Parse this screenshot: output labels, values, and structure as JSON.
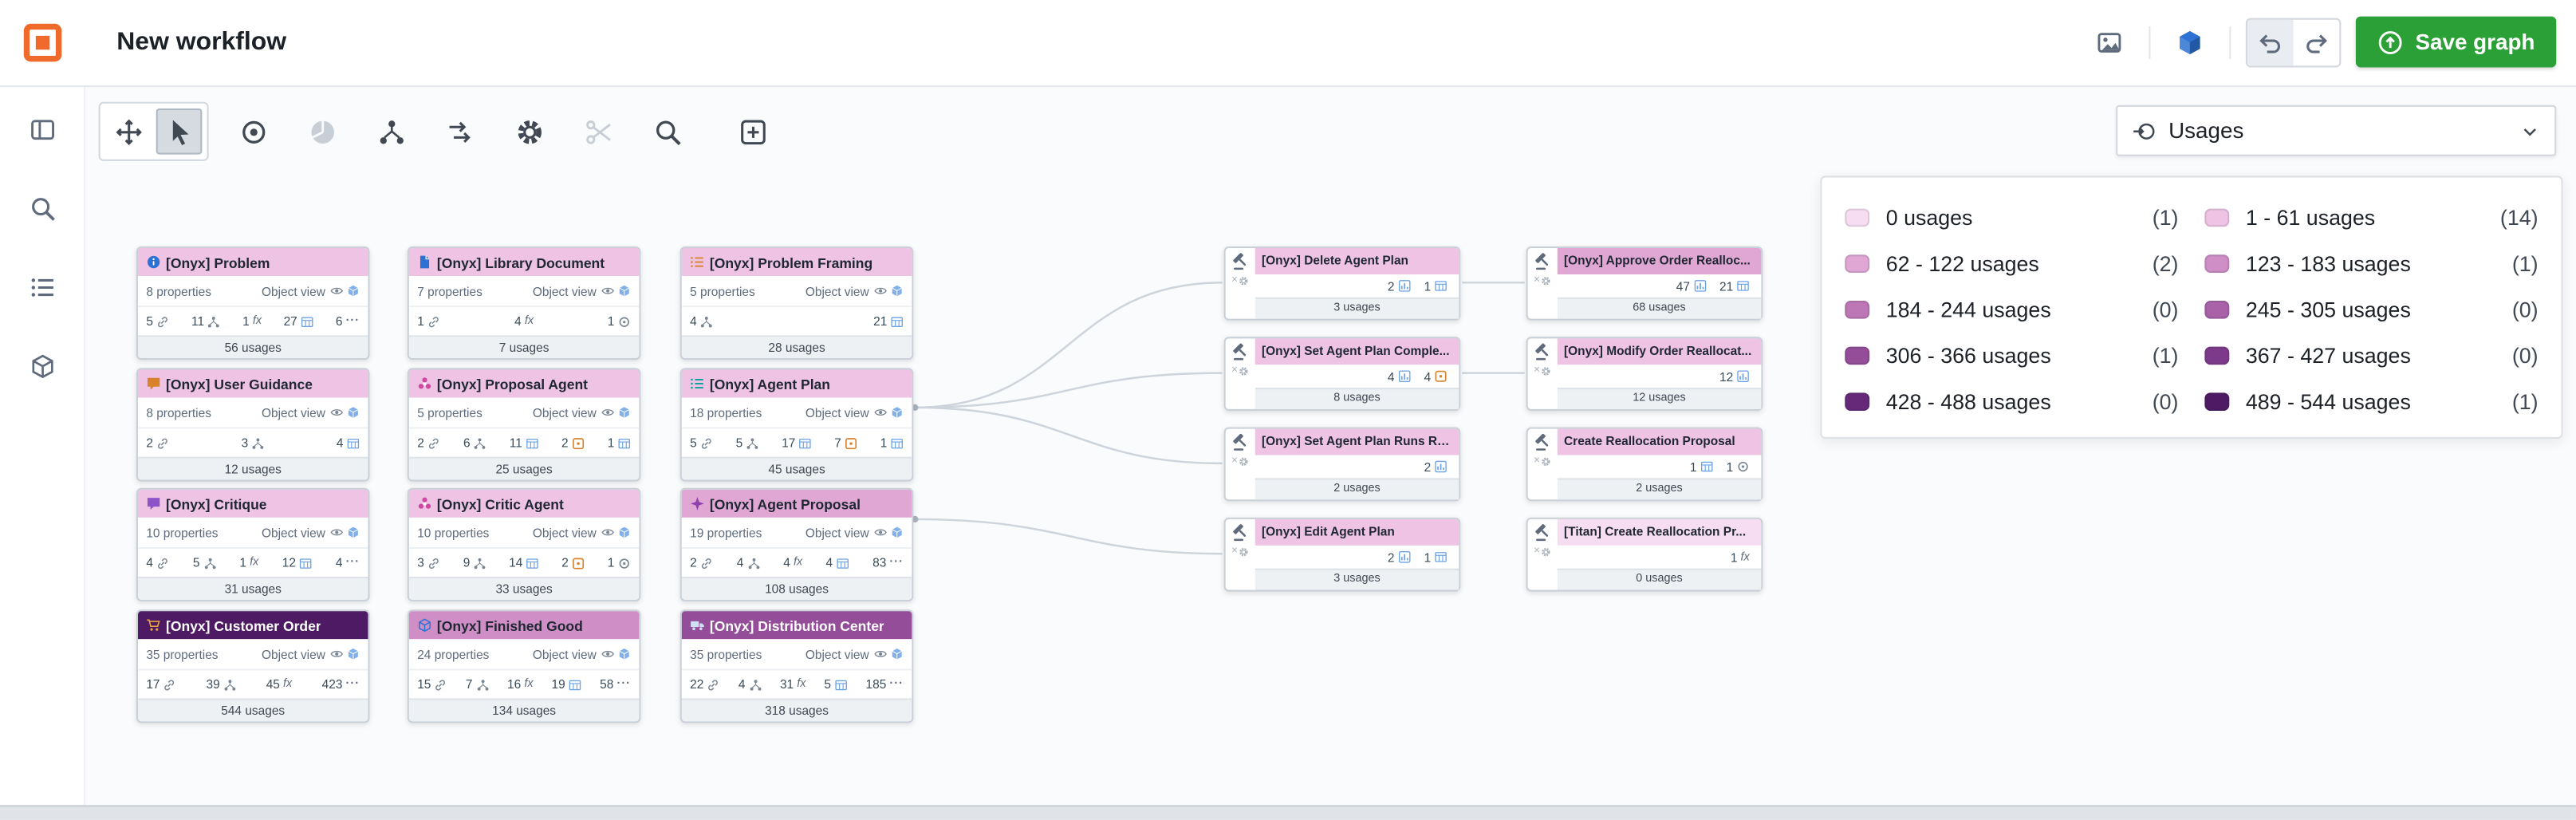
{
  "colors": {
    "accent_green": "#2aa037",
    "brand_orange": "#f06a2b",
    "accent_blue": "#2d72d2"
  },
  "header": {
    "title": "New workflow",
    "save_button": "Save graph",
    "icon_buttons": [
      {
        "name": "insert-image",
        "icon": "image"
      },
      {
        "name": "ontology-cube",
        "icon": "bluecube"
      }
    ],
    "history_buttons": [
      {
        "name": "undo",
        "icon": "undo",
        "pressed": true
      },
      {
        "name": "redo",
        "icon": "redo",
        "pressed": false
      }
    ]
  },
  "rail": {
    "items": [
      {
        "name": "panels",
        "icon": "panel"
      },
      {
        "name": "search",
        "icon": "search"
      },
      {
        "name": "list",
        "icon": "menu"
      },
      {
        "name": "objects",
        "icon": "cube"
      }
    ]
  },
  "toolbar": {
    "group": [
      {
        "name": "move-tool",
        "icon": "move",
        "active": false
      },
      {
        "name": "select-tool",
        "icon": "cursor",
        "active": true
      }
    ],
    "tools": [
      {
        "name": "focus-tool",
        "icon": "target",
        "disabled": false
      },
      {
        "name": "pie-tool",
        "icon": "pie",
        "disabled": true
      },
      {
        "name": "layout-tool",
        "icon": "layout",
        "disabled": false
      },
      {
        "name": "flow-tool",
        "icon": "flow",
        "disabled": false
      },
      {
        "name": "settings-tool",
        "icon": "gear",
        "disabled": false
      },
      {
        "name": "cut-tool",
        "icon": "cut",
        "disabled": true
      },
      {
        "name": "search-tool",
        "icon": "search",
        "disabled": false
      },
      {
        "name": "insert-tool",
        "icon": "insert",
        "disabled": false
      }
    ]
  },
  "usages_select": {
    "label": "Usages"
  },
  "legend": {
    "items": [
      {
        "label": "0 usages",
        "count": "(1)",
        "color": "#f7ddf1"
      },
      {
        "label": "1 - 61 usages",
        "count": "(14)",
        "color": "#eec3e4"
      },
      {
        "label": "62 - 122 usages",
        "count": "(2)",
        "color": "#e0a7d4"
      },
      {
        "label": "123 - 183 usages",
        "count": "(1)",
        "color": "#cf8ec5"
      },
      {
        "label": "184 - 244 usages",
        "count": "(0)",
        "color": "#bd77b7"
      },
      {
        "label": "245 - 305 usages",
        "count": "(0)",
        "color": "#a961a8"
      },
      {
        "label": "306 - 366 usages",
        "count": "(1)",
        "color": "#944d99"
      },
      {
        "label": "367 - 427 usages",
        "count": "(0)",
        "color": "#7e3a8a"
      },
      {
        "label": "428 - 488 usages",
        "count": "(0)",
        "color": "#66297a"
      },
      {
        "label": "489 - 544 usages",
        "count": "(1)",
        "color": "#4d1a63"
      }
    ]
  },
  "graph": {
    "object_view_label": "Object view",
    "object_nodes": [
      {
        "title": "[Onyx] Problem",
        "icon": "info",
        "icon_color": "#2d72d2",
        "properties": "8 properties",
        "stats": [
          [
            "5",
            "link"
          ],
          [
            "11",
            "share"
          ],
          [
            "1",
            "fx"
          ],
          [
            "27",
            "table"
          ],
          [
            "6",
            "more"
          ]
        ],
        "usages": "56 usages",
        "bucket": 1,
        "col": 0,
        "row": 0
      },
      {
        "title": "[Onyx] Library Document",
        "icon": "doc",
        "icon_color": "#2d72d2",
        "properties": "7 properties",
        "stats": [
          [
            "1",
            "link"
          ],
          [
            "4",
            "fx"
          ],
          [
            "1",
            "ring"
          ]
        ],
        "usages": "7 usages",
        "bucket": 1,
        "col": 1,
        "row": 0
      },
      {
        "title": "[Onyx] Problem Framing",
        "icon": "list",
        "icon_color": "#d9822b",
        "properties": "5 properties",
        "stats": [
          [
            "4",
            "share"
          ],
          [
            "21",
            "table"
          ]
        ],
        "usages": "28 usages",
        "bucket": 1,
        "col": 2,
        "row": 0
      },
      {
        "title": "[Onyx] User Guidance",
        "icon": "chat",
        "icon_color": "#d9822b",
        "properties": "8 properties",
        "stats": [
          [
            "2",
            "link"
          ],
          [
            "3",
            "share"
          ],
          [
            "4",
            "table"
          ]
        ],
        "usages": "12 usages",
        "bucket": 1,
        "col": 0,
        "row": 1
      },
      {
        "title": "[Onyx] Proposal Agent",
        "icon": "flower",
        "icon_color": "#cd4aa0",
        "properties": "5 properties",
        "stats": [
          [
            "2",
            "link"
          ],
          [
            "6",
            "share"
          ],
          [
            "11",
            "table"
          ],
          [
            "2",
            "box"
          ],
          [
            "1",
            "table"
          ]
        ],
        "usages": "25 usages",
        "bucket": 1,
        "col": 1,
        "row": 1
      },
      {
        "title": "[Onyx] Agent Plan",
        "icon": "list",
        "icon_color": "#00a396",
        "properties": "18 properties",
        "stats": [
          [
            "5",
            "link"
          ],
          [
            "5",
            "share"
          ],
          [
            "17",
            "table"
          ],
          [
            "7",
            "box"
          ],
          [
            "1",
            "table"
          ]
        ],
        "usages": "45 usages",
        "bucket": 1,
        "col": 2,
        "row": 1
      },
      {
        "title": "[Onyx] Critique",
        "icon": "chat",
        "icon_color": "#8e54c7",
        "properties": "10 properties",
        "stats": [
          [
            "4",
            "link"
          ],
          [
            "5",
            "share"
          ],
          [
            "1",
            "fx"
          ],
          [
            "12",
            "table"
          ],
          [
            "4",
            "more"
          ]
        ],
        "usages": "31 usages",
        "bucket": 1,
        "col": 0,
        "row": 2
      },
      {
        "title": "[Onyx] Critic Agent",
        "icon": "flower",
        "icon_color": "#cd4aa0",
        "properties": "10 properties",
        "stats": [
          [
            "3",
            "link"
          ],
          [
            "9",
            "share"
          ],
          [
            "14",
            "table"
          ],
          [
            "2",
            "box"
          ],
          [
            "1",
            "ring"
          ]
        ],
        "usages": "33 usages",
        "bucket": 1,
        "col": 1,
        "row": 2
      },
      {
        "title": "[Onyx] Agent Proposal",
        "icon": "sparkle",
        "icon_color": "#8f3fae",
        "properties": "19 properties",
        "stats": [
          [
            "2",
            "link"
          ],
          [
            "4",
            "share"
          ],
          [
            "4",
            "fx"
          ],
          [
            "4",
            "table"
          ],
          [
            "83",
            "more"
          ]
        ],
        "usages": "108 usages",
        "bucket": 2,
        "col": 2,
        "row": 2
      },
      {
        "title": "[Onyx] Customer Order",
        "icon": "cart",
        "icon_color": "#e8a33d",
        "properties": "35 properties",
        "stats": [
          [
            "17",
            "link"
          ],
          [
            "39",
            "share"
          ],
          [
            "45",
            "fx"
          ],
          [
            "423",
            "more"
          ]
        ],
        "usages": "544 usages",
        "bucket": 9,
        "col": 0,
        "row": 3
      },
      {
        "title": "[Onyx] Finished Good",
        "icon": "cube",
        "icon_color": "#2d72d2",
        "properties": "24 properties",
        "stats": [
          [
            "15",
            "link"
          ],
          [
            "7",
            "share"
          ],
          [
            "16",
            "fx"
          ],
          [
            "19",
            "table"
          ],
          [
            "58",
            "more"
          ]
        ],
        "usages": "134 usages",
        "bucket": 3,
        "col": 1,
        "row": 3
      },
      {
        "title": "[Onyx] Distribution Center",
        "icon": "truck",
        "icon_color": "#cfe0f5",
        "properties": "35 properties",
        "stats": [
          [
            "22",
            "link"
          ],
          [
            "4",
            "share"
          ],
          [
            "31",
            "fx"
          ],
          [
            "5",
            "table"
          ],
          [
            "185",
            "more"
          ]
        ],
        "usages": "318 usages",
        "bucket": 6,
        "col": 2,
        "row": 3
      }
    ],
    "action_nodes": [
      {
        "title": "[Onyx] Delete Agent Plan",
        "stats": [
          [
            "2",
            "chart"
          ],
          [
            "1",
            "table"
          ]
        ],
        "usages": "3 usages",
        "bucket": 1,
        "col": 0,
        "row": 0
      },
      {
        "title": "[Onyx] Set Agent Plan Comple...",
        "stats": [
          [
            "4",
            "chart"
          ],
          [
            "4",
            "box"
          ]
        ],
        "usages": "8 usages",
        "bucket": 1,
        "col": 0,
        "row": 1
      },
      {
        "title": "[Onyx] Set Agent Plan Runs Re...",
        "stats": [
          [
            "2",
            "chart"
          ]
        ],
        "usages": "2 usages",
        "bucket": 1,
        "col": 0,
        "row": 2
      },
      {
        "title": "[Onyx] Edit Agent Plan",
        "stats": [
          [
            "2",
            "chart"
          ],
          [
            "1",
            "table"
          ]
        ],
        "usages": "3 usages",
        "bucket": 1,
        "col": 0,
        "row": 3
      },
      {
        "title": "[Onyx] Approve Order Realloc...",
        "stats": [
          [
            "47",
            "chart"
          ],
          [
            "21",
            "table"
          ]
        ],
        "usages": "68 usages",
        "bucket": 2,
        "col": 1,
        "row": 0
      },
      {
        "title": "[Onyx] Modify Order Reallocat...",
        "stats": [
          [
            "12",
            "chart"
          ]
        ],
        "usages": "12 usages",
        "bucket": 1,
        "col": 1,
        "row": 1
      },
      {
        "title": "Create Reallocation Proposal",
        "stats": [
          [
            "1",
            "table"
          ],
          [
            "1",
            "ring"
          ]
        ],
        "usages": "2 usages",
        "bucket": 1,
        "col": 1,
        "row": 2
      },
      {
        "title": "[Titan] Create Reallocation Pr...",
        "stats": [
          [
            "1",
            "fx"
          ]
        ],
        "usages": "0 usages",
        "bucket": 0,
        "col": 1,
        "row": 3
      }
    ]
  }
}
